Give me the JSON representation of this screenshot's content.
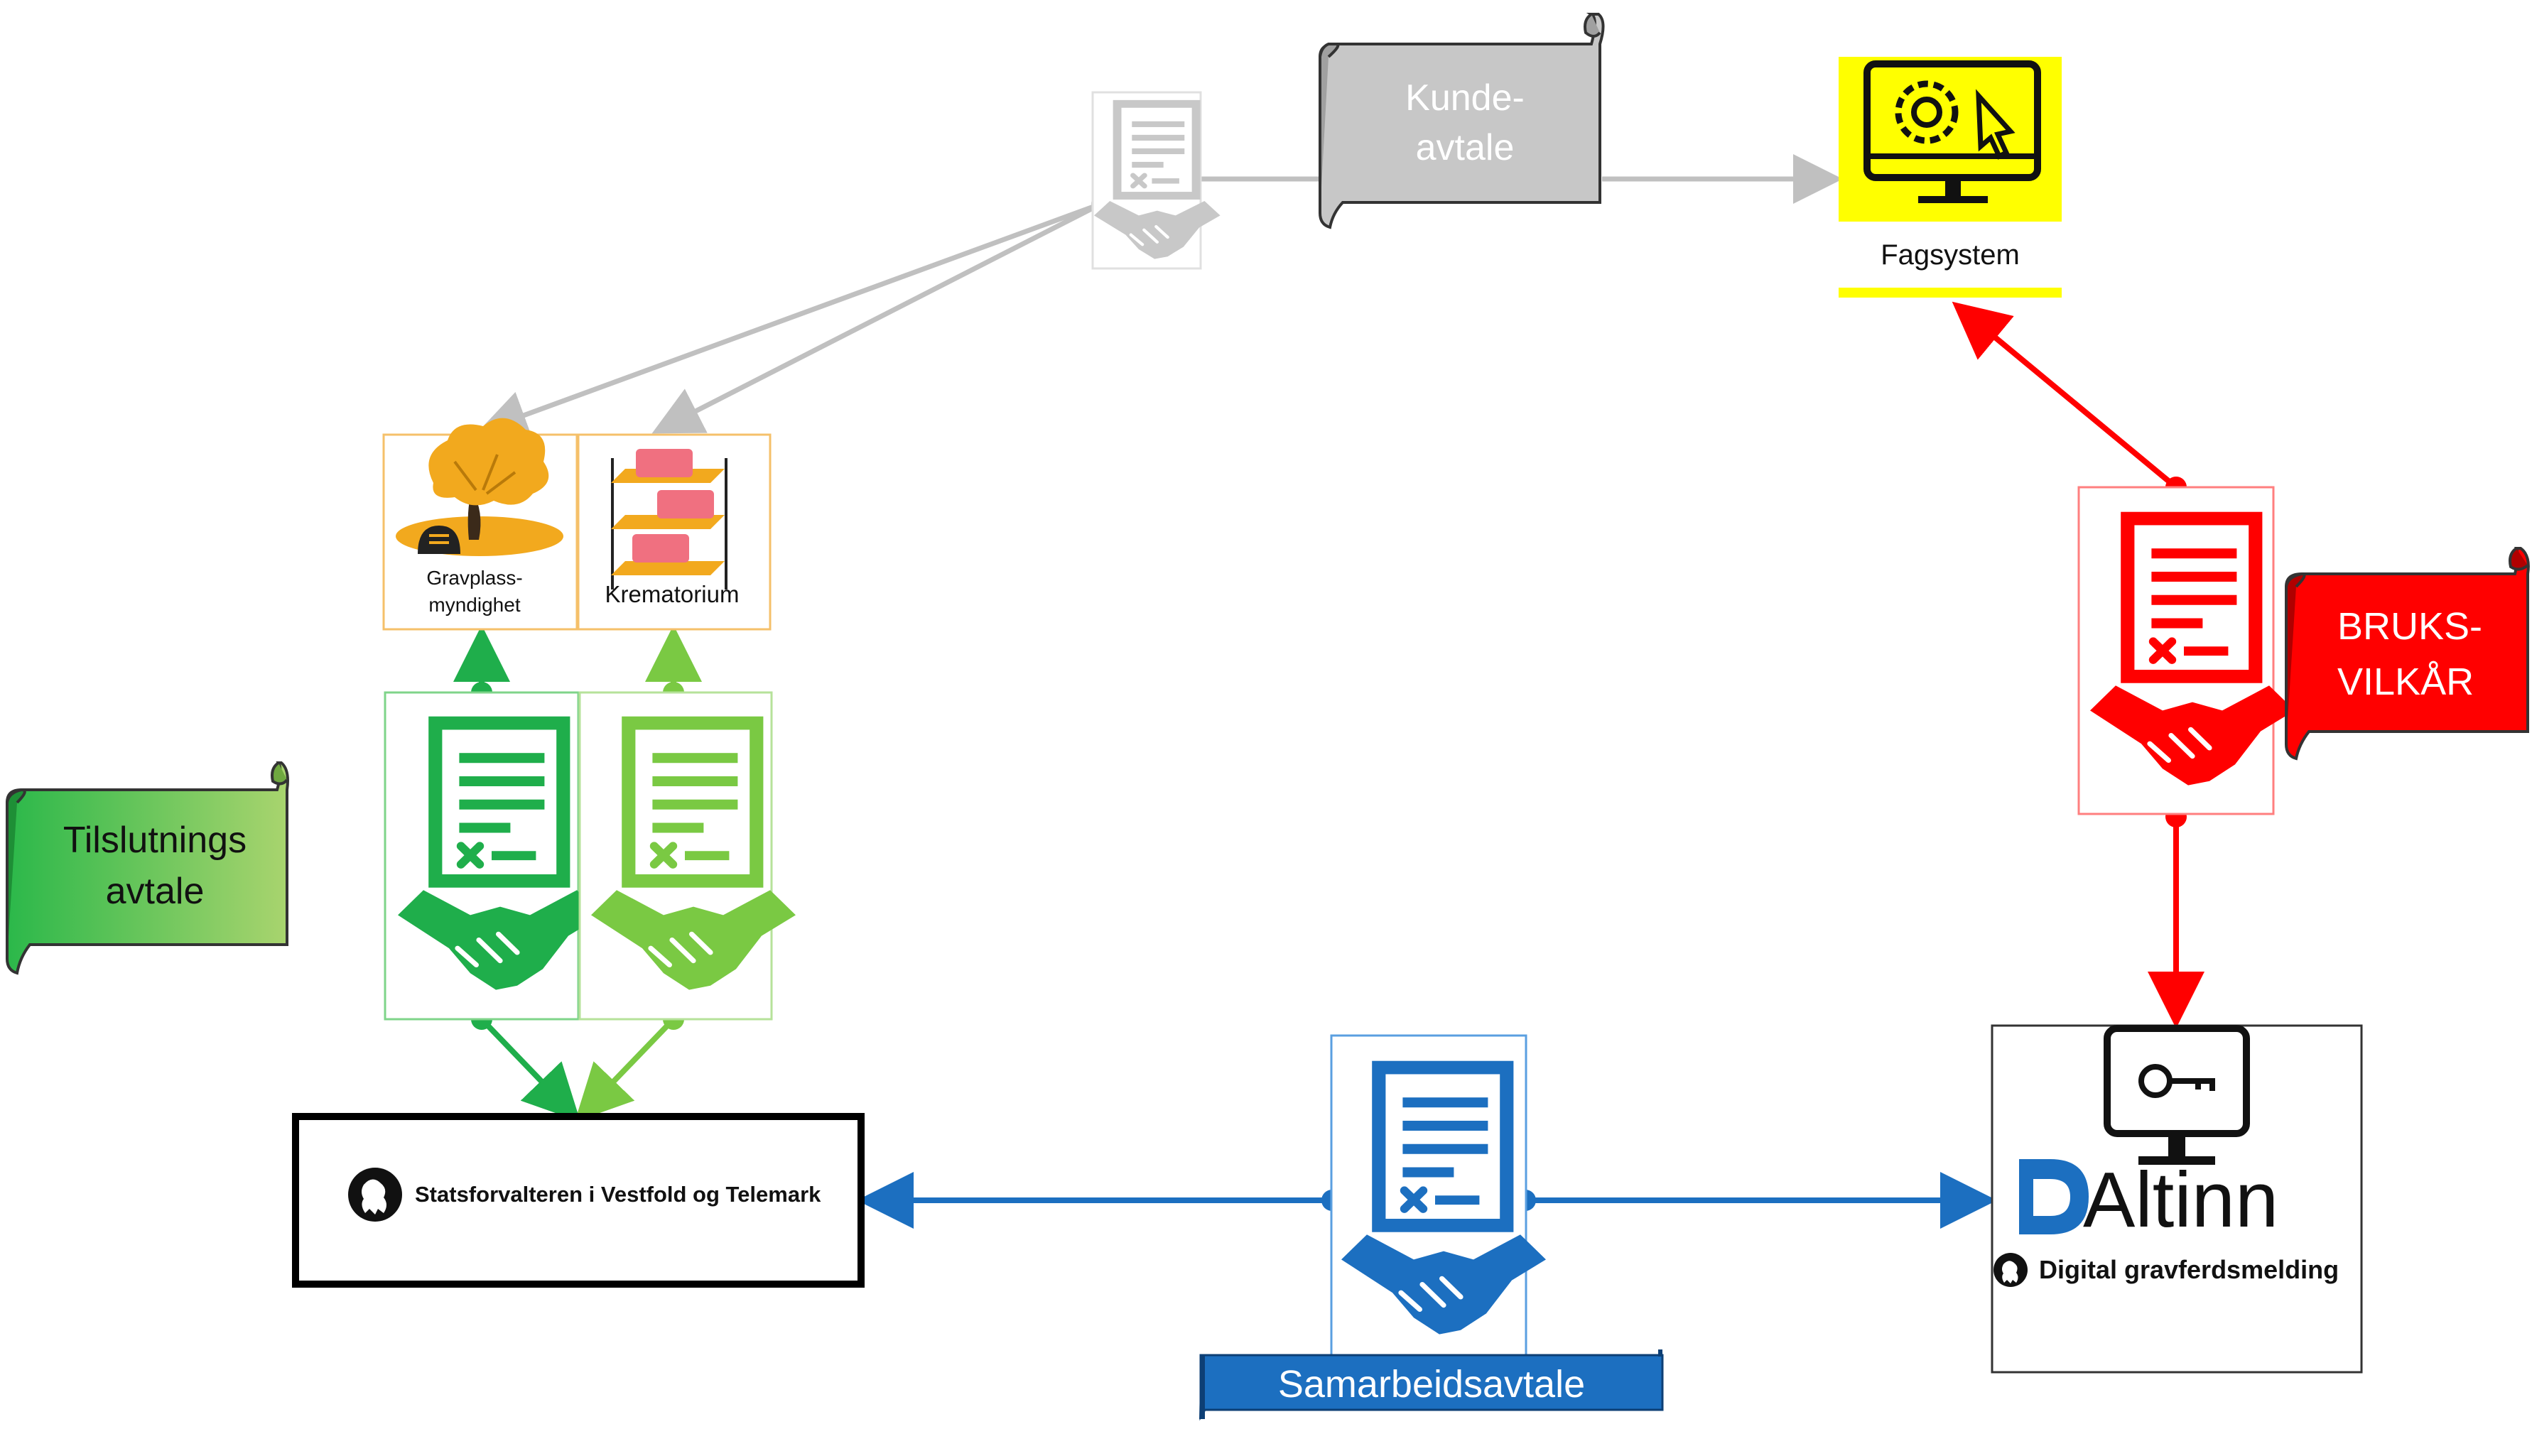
{
  "nodes": {
    "kunde_scroll": {
      "line1": "Kunde-",
      "line2": "avtale"
    },
    "fagsystem": {
      "label": "Fagsystem"
    },
    "gravplass": {
      "line1": "Gravplass-",
      "line2": "myndighet"
    },
    "krematorium": {
      "label": "Krematorium"
    },
    "tilslutning_scroll": {
      "line1": "Tilslutnings",
      "line2": "avtale"
    },
    "statsforvalteren": {
      "label": "Statsforvalteren i Vestfold og Telemark"
    },
    "samarbeid_scroll": {
      "label": "Samarbeidsavtale"
    },
    "bruksvilkar_scroll": {
      "line1": "BRUKS-",
      "line2": "VILKÅR"
    },
    "altinn": {
      "brand": "Altinn",
      "subtitle": "Digital gravferdsmelding"
    }
  },
  "colors": {
    "gray": "#c0c0c0",
    "dark_green": "#1fae4b",
    "light_green": "#7ac943",
    "red": "#ff0000",
    "blue": "#1c6fc0",
    "yellow": "#ffff00",
    "orange_border": "#f5c06a"
  }
}
